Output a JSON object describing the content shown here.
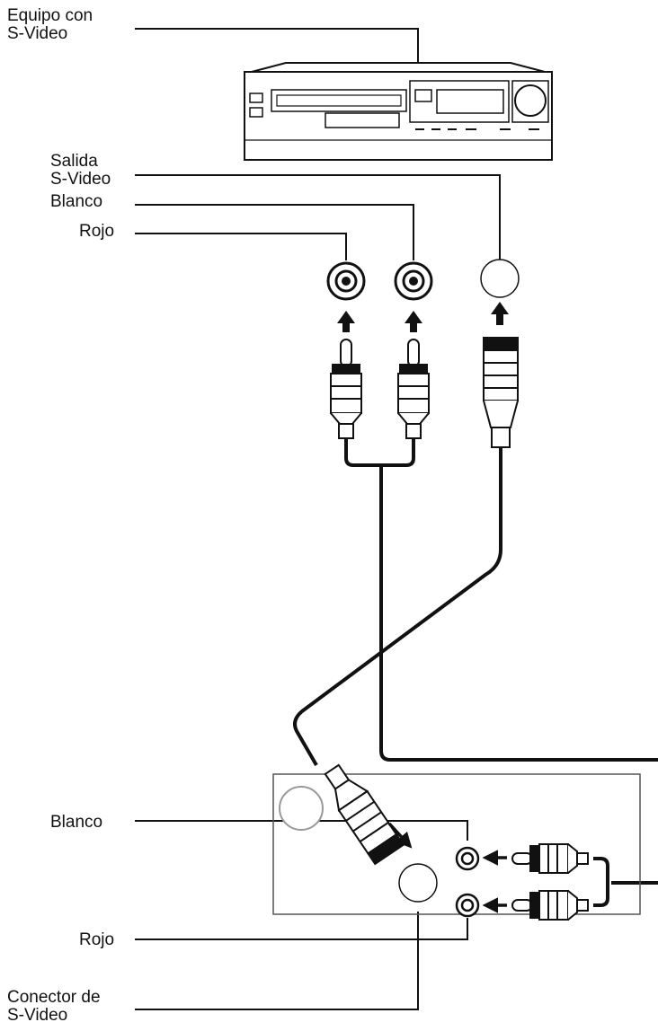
{
  "labels": {
    "equipo_line1": "Equipo con",
    "equipo_line2": "S-Video",
    "salida_line1": "Salida",
    "salida_line2": "S-Video",
    "blanco_top": "Blanco",
    "rojo_top": "Rojo",
    "blanco_bottom": "Blanco",
    "rojo_bottom": "Rojo",
    "conector_line1": "Conector de",
    "conector_line2": "S-Video"
  },
  "icons": [
    "vcr-device-icon",
    "rca-jack-icon",
    "svideo-jack-icon",
    "rca-plug-icon",
    "svideo-plug-icon",
    "arrow-up-icon",
    "arrow-diagonal-icon",
    "arrow-left-icon"
  ],
  "colors": {
    "ink": "#111111",
    "panel_border": "#555555",
    "grey_circle": "#999999"
  }
}
